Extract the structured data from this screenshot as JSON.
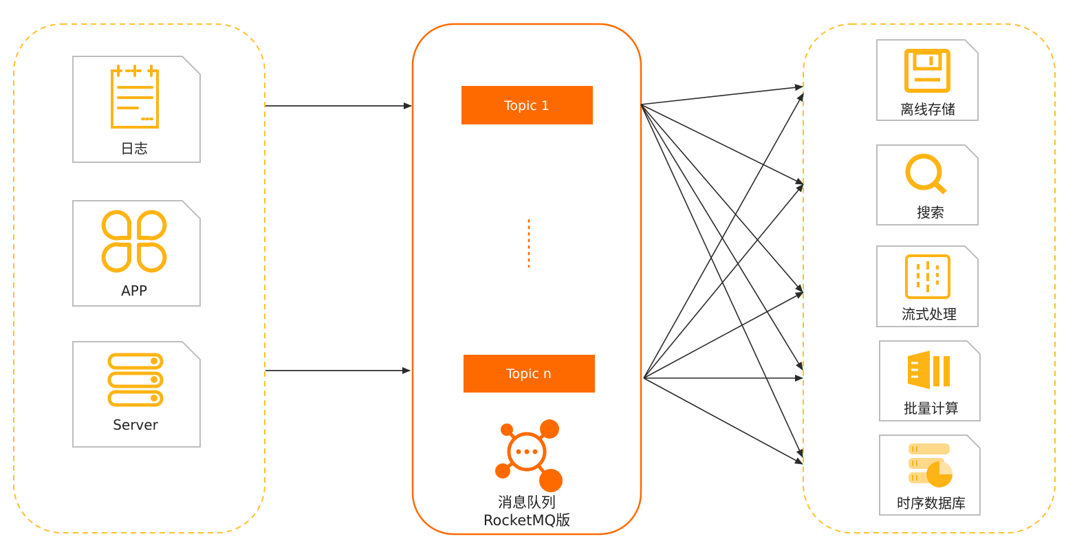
{
  "colors": {
    "accent_orange": "#ff6a00",
    "icon_yellow": "#ffb415",
    "dashed_border": "#ffc02e",
    "card_border": "#bdbdbd",
    "arrow": "#2b2b2b"
  },
  "sources": [
    {
      "label": "日志",
      "icon": "document-icon"
    },
    {
      "label": "APP",
      "icon": "app-clover-icon"
    },
    {
      "label": "Server",
      "icon": "server-icon"
    }
  ],
  "queue": {
    "topics": [
      "Topic 1",
      "Topic n"
    ],
    "name_line1": "消息队列",
    "name_line2": "RocketMQ版",
    "icon": "message-hub-icon"
  },
  "consumers": [
    {
      "label": "离线存储",
      "icon": "floppy-disk-icon"
    },
    {
      "label": "搜索",
      "icon": "magnifier-icon"
    },
    {
      "label": "流式处理",
      "icon": "stream-icon"
    },
    {
      "label": "批量计算",
      "icon": "batch-columns-icon"
    },
    {
      "label": "时序数据库",
      "icon": "timeseries-db-icon"
    }
  ]
}
